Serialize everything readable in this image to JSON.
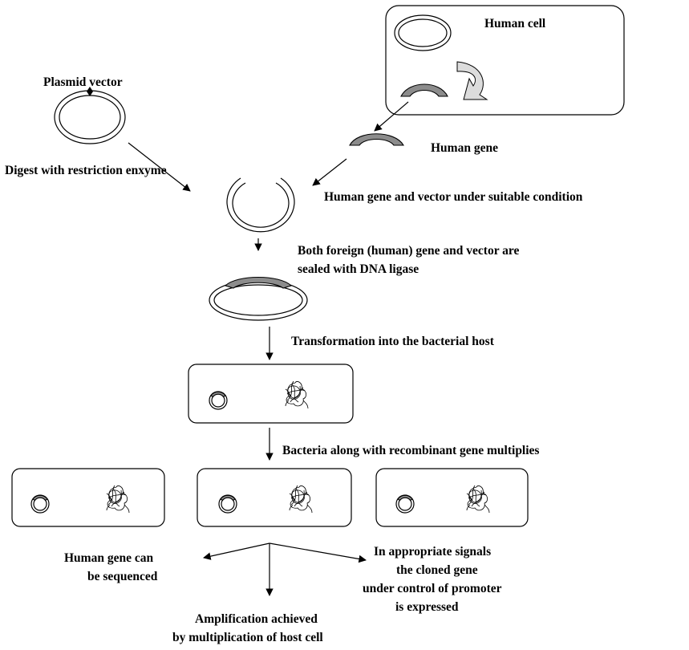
{
  "labels": {
    "human_cell": "Human cell",
    "plasmid_vector": "Plasmid vector",
    "human_gene": "Human gene",
    "digest": "Digest with restriction enxyme",
    "suitable_condition": "Human gene and vector under suitable condition",
    "ligase_line1": "Both foreign (human) gene and vector are",
    "ligase_line2": "sealed with DNA ligase",
    "transformation": "Transformation into the bacterial host",
    "multiplies": "Bacteria along with recombinant gene multiplies",
    "sequenced_line1": "Human gene can",
    "sequenced_line2": "be sequenced",
    "expressed_line1": "In appropriate signals",
    "expressed_line2": "the cloned gene",
    "expressed_line3": "under control of promoter",
    "expressed_line4": "is expressed",
    "amplification_line1": "Amplification achieved",
    "amplification_line2": "by multiplication of host cell"
  },
  "colors": {
    "gene_fill": "#8c8c8c",
    "curved_arrow_fill": "#dcdcdc"
  }
}
